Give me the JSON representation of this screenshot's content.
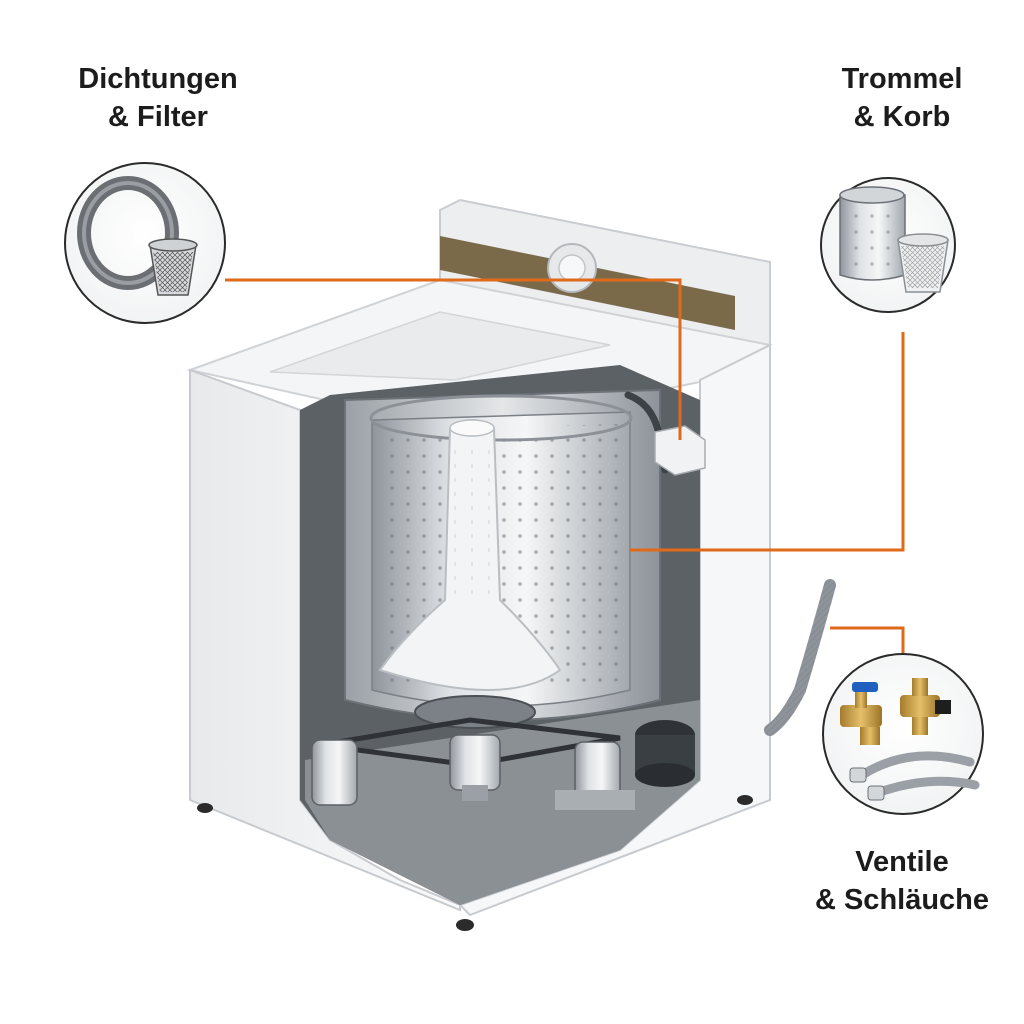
{
  "callouts": {
    "seals_filters": {
      "line1": "Dichtungen",
      "line2": "& Filter",
      "icon": "rubber-seal-and-mesh-filter"
    },
    "drum_basket": {
      "line1": "Trommel",
      "line2": "& Korb",
      "icon": "steel-drum-and-basket"
    },
    "valves_hoses": {
      "line1": "Ventile",
      "line2": "& Schläuche",
      "icon": "brass-valves-and-braided-hoses"
    }
  },
  "colors": {
    "leader_line": "#e06a1a",
    "steel": "#b9bec4",
    "housing": "#f2f3f4",
    "panel_strip": "#7a6a4a",
    "valve_handle": "#1f5fbf",
    "brass": "#c9a04a"
  }
}
